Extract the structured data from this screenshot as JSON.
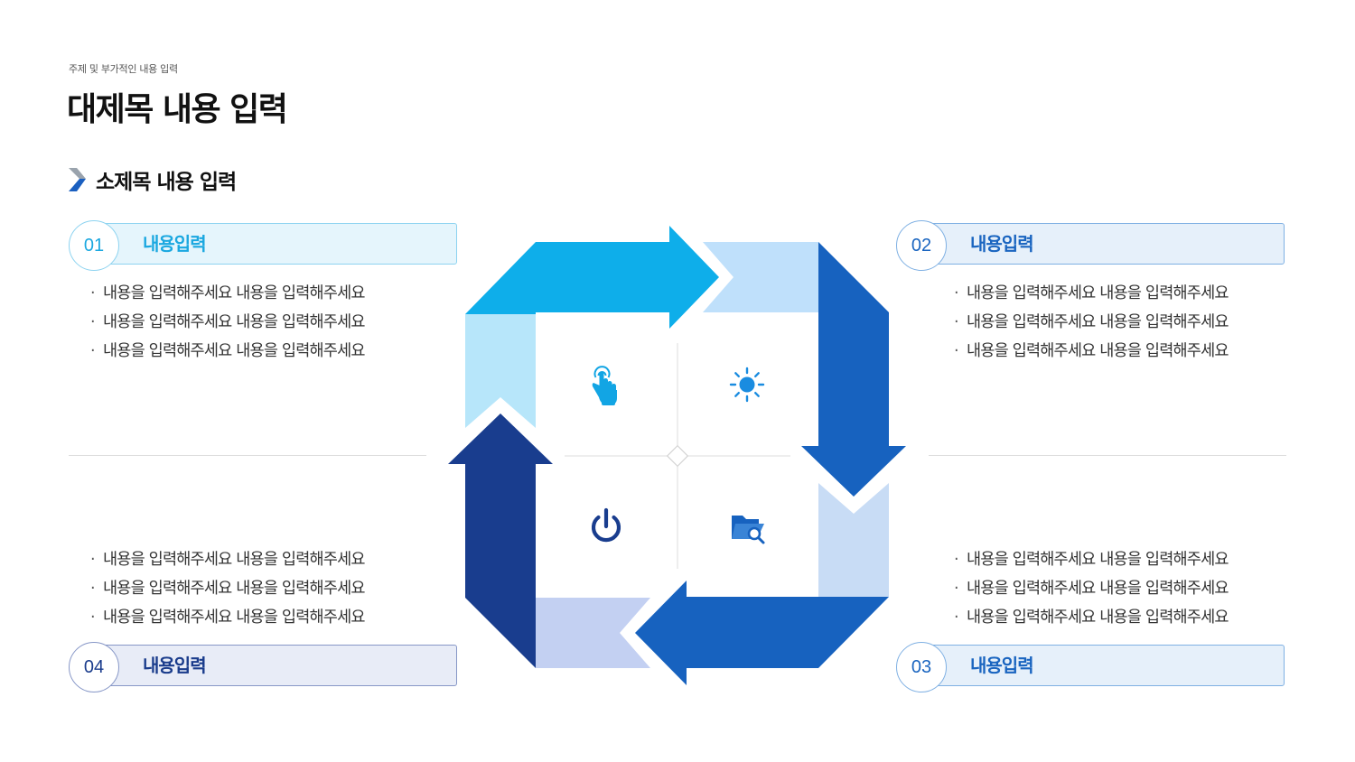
{
  "header": {
    "subtitle": "주제 및 부가적인 내용 입력",
    "title": "대제목 내용 입력",
    "section_title": "소제목 내용 입력"
  },
  "steps": [
    {
      "number": "01",
      "label": "내용입력",
      "bullets": [
        "내용을 입력해주세요 내용을 입력해주세요",
        "내용을 입력해주세요 내용을 입력해주세요",
        "내용을 입력해주세요 내용을 입력해주세요"
      ],
      "accent": "#1ba8e0",
      "fill": "#e5f5fc",
      "border": "#8dd3f0"
    },
    {
      "number": "02",
      "label": "내용입력",
      "bullets": [
        "내용을 입력해주세요 내용을 입력해주세요",
        "내용을 입력해주세요 내용을 입력해주세요",
        "내용을 입력해주세요 내용을 입력해주세요"
      ],
      "accent": "#1a65c0",
      "fill": "#e6f0fa",
      "border": "#7fb0e3"
    },
    {
      "number": "03",
      "label": "내용입력",
      "bullets": [
        "내용을 입력해주세요 내용을 입력해주세요",
        "내용을 입력해주세요 내용을 입력해주세요",
        "내용을 입력해주세요 내용을 입력해주세요"
      ],
      "accent": "#1a65c0",
      "fill": "#e6f0fa",
      "border": "#7fb0e3"
    },
    {
      "number": "04",
      "label": "내용입력",
      "bullets": [
        "내용을 입력해주세요 내용을 입력해주세요",
        "내용을 입력해주세요 내용을 입력해주세요",
        "내용을 입력해주세요 내용을 입력해주세요"
      ],
      "accent": "#1a3c8c",
      "fill": "#e8ecf7",
      "border": "#8797c7"
    }
  ],
  "cycle": {
    "icons": [
      "pointer-hand-icon",
      "sun-icon",
      "folder-search-icon",
      "power-icon"
    ],
    "colors": {
      "arrow_1": "#0eaeea",
      "tail_1": "#b7e6fa",
      "arrow_2": "#1762bf",
      "tail_2": "#bfe0fb",
      "arrow_3": "#1762bf",
      "tail_3": "#c8dcf5",
      "arrow_4": "#193d8e",
      "tail_4": "#c3d0f2"
    }
  }
}
